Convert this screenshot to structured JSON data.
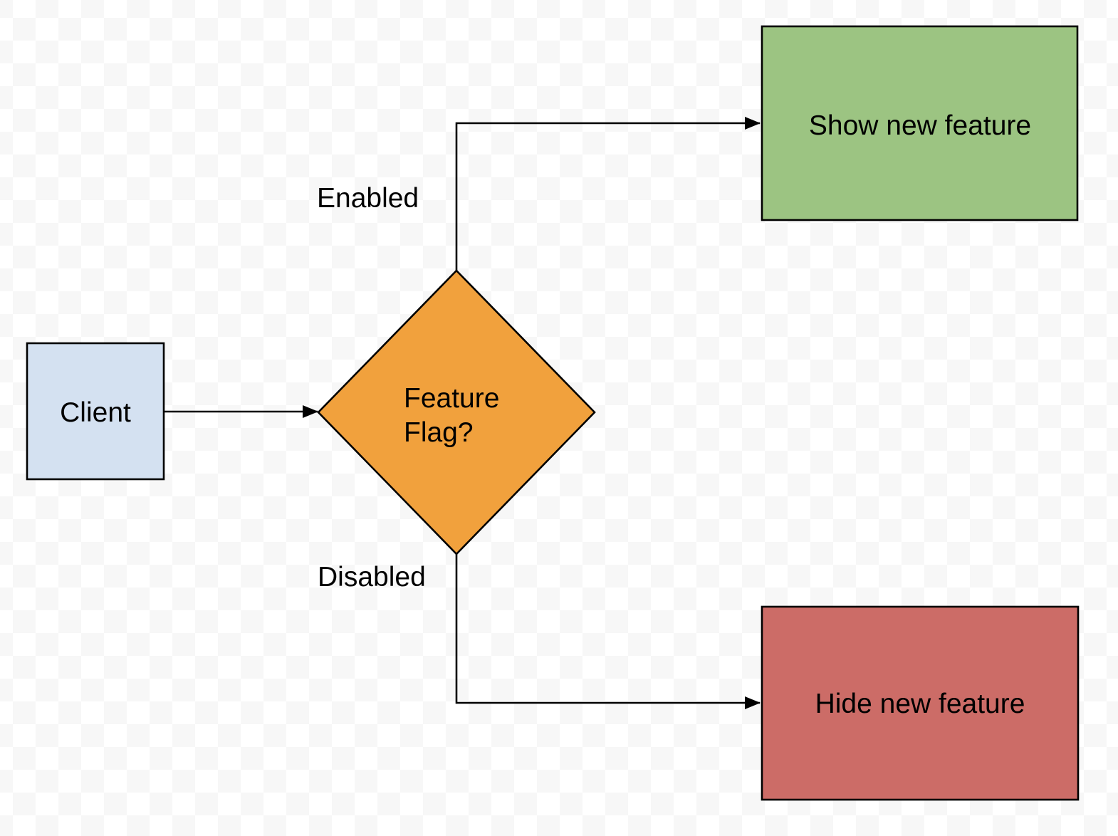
{
  "diagram": {
    "type": "flowchart",
    "nodes": {
      "client": {
        "label": "Client",
        "shape": "rectangle",
        "fill": "#d4e1f1"
      },
      "feature_flag": {
        "lines": [
          "Feature",
          "Flag?"
        ],
        "shape": "diamond",
        "fill": "#f1a13d"
      },
      "show_new_feature": {
        "label": "Show new feature",
        "shape": "rectangle",
        "fill": "#9cc482"
      },
      "hide_new_feature": {
        "label": "Hide new feature",
        "shape": "rectangle",
        "fill": "#cc6c67"
      }
    },
    "edges": {
      "client_to_feature_flag": {
        "label": ""
      },
      "enabled": {
        "label": "Enabled"
      },
      "disabled": {
        "label": "Disabled"
      }
    },
    "colors": {
      "stroke": "#000000",
      "text": "#000000",
      "checker_light": "#ffffff",
      "checker_dark": "#f7f7f7"
    }
  }
}
